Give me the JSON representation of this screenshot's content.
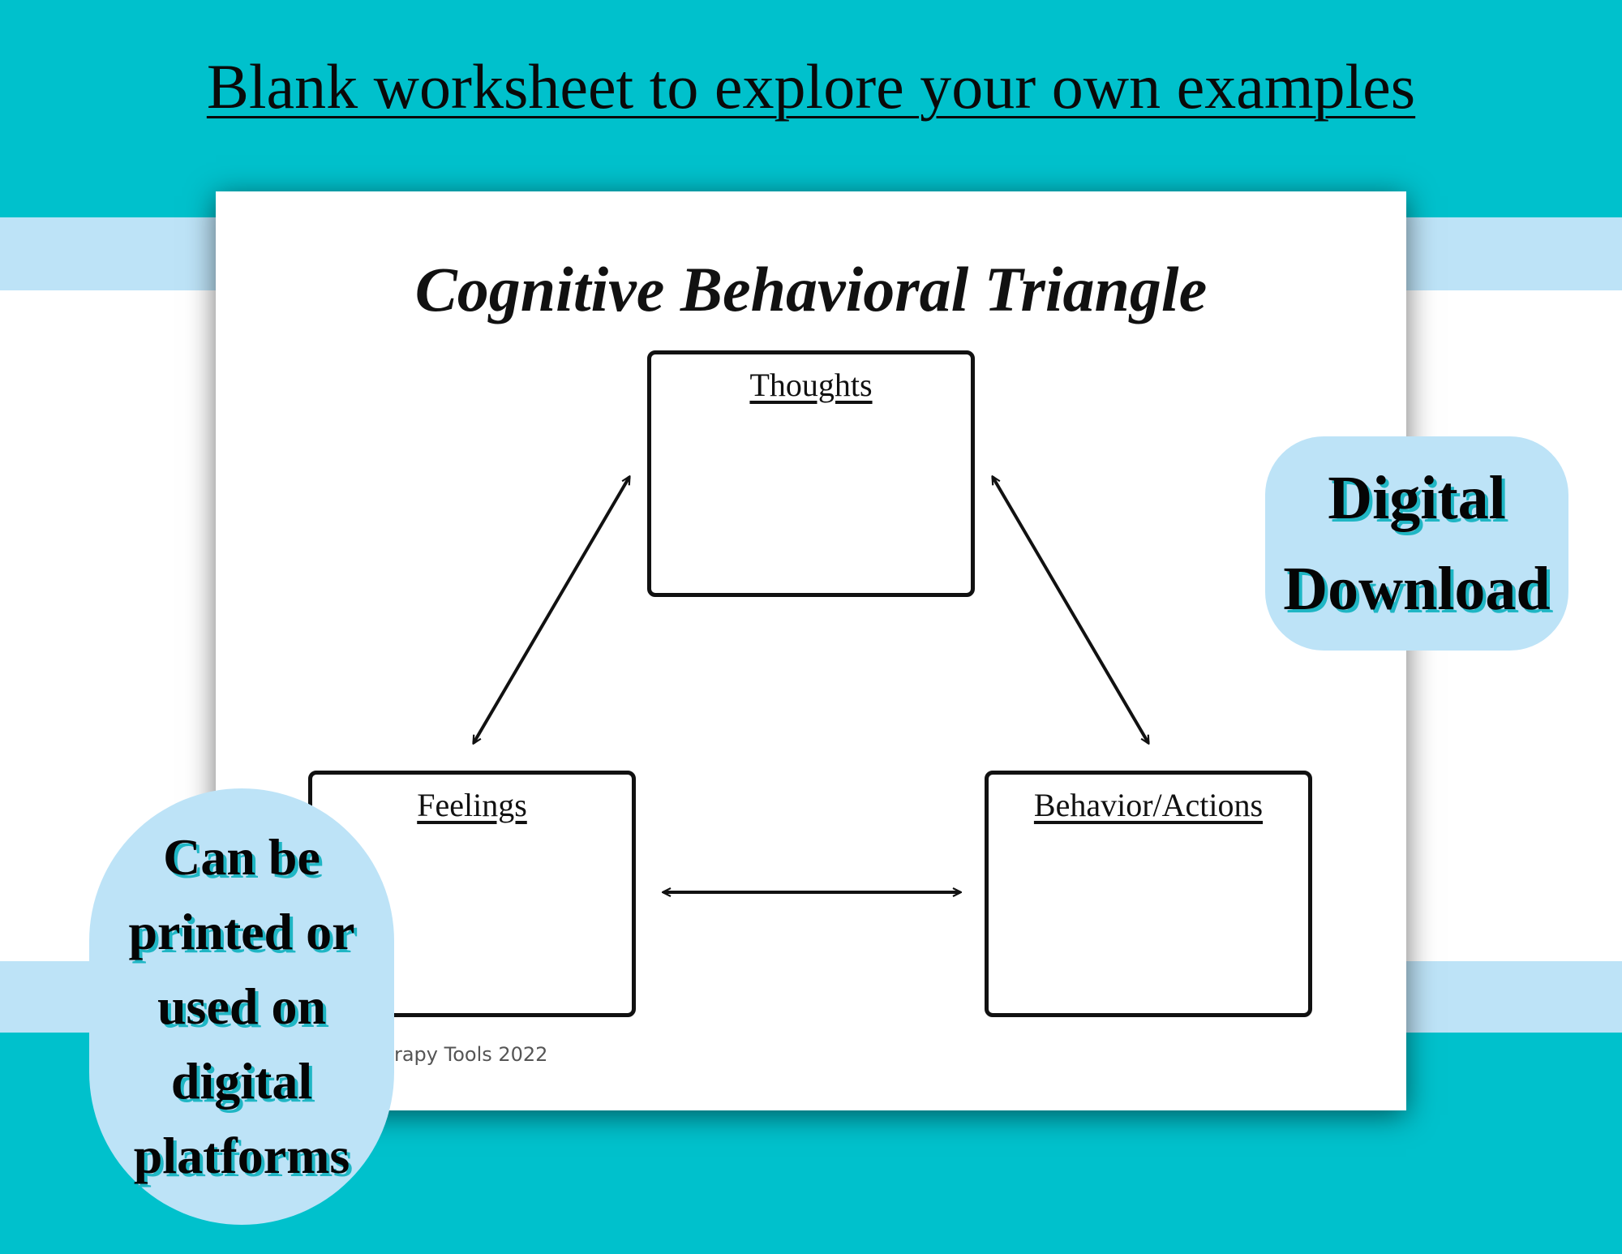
{
  "heading": "Blank worksheet to explore your own examples",
  "worksheet": {
    "title": "Cognitive Behavioral Triangle",
    "boxes": {
      "thoughts": "Thoughts",
      "feelings": "Feelings",
      "behavior": "Behavior/Actions"
    },
    "copyright": "herapy Tools 2022"
  },
  "badges": {
    "digital": "Digital\nDownload",
    "print": "Can be\nprinted or\nused on\ndigital\nplatforms"
  },
  "colors": {
    "teal": "#00c1cc",
    "light_blue": "#bde3f7"
  }
}
